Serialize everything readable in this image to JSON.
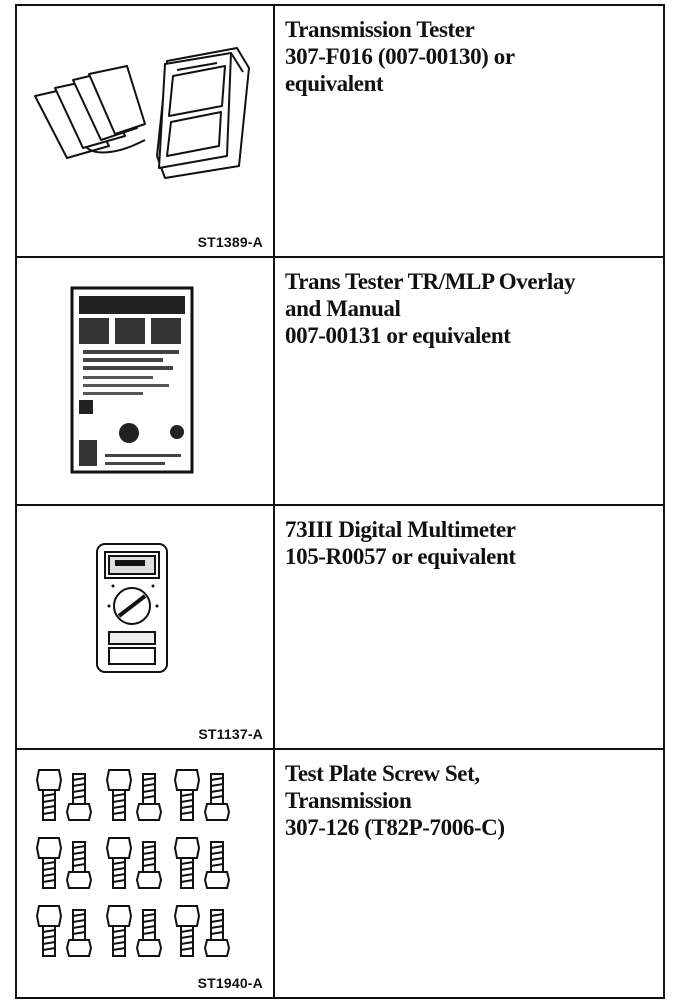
{
  "tools": [
    {
      "illustration": "transmission-tester-icon",
      "code": "ST1389-A",
      "lines": [
        "Transmission Tester",
        "307-F016 (007-00130) or",
        "equivalent"
      ]
    },
    {
      "illustration": "overlay-manual-icon",
      "code": "",
      "lines": [
        "Trans Tester TR/MLP Overlay",
        "and Manual",
        "007-00131 or equivalent"
      ]
    },
    {
      "illustration": "digital-multimeter-icon",
      "code": "ST1137-A",
      "lines": [
        "73III Digital Multimeter",
        "105-R0057 or equivalent"
      ]
    },
    {
      "illustration": "screw-set-icon",
      "code": "ST1940-A",
      "lines": [
        "Test Plate Screw Set,",
        "Transmission",
        "307-126 (T82P-7006-C)"
      ]
    }
  ]
}
